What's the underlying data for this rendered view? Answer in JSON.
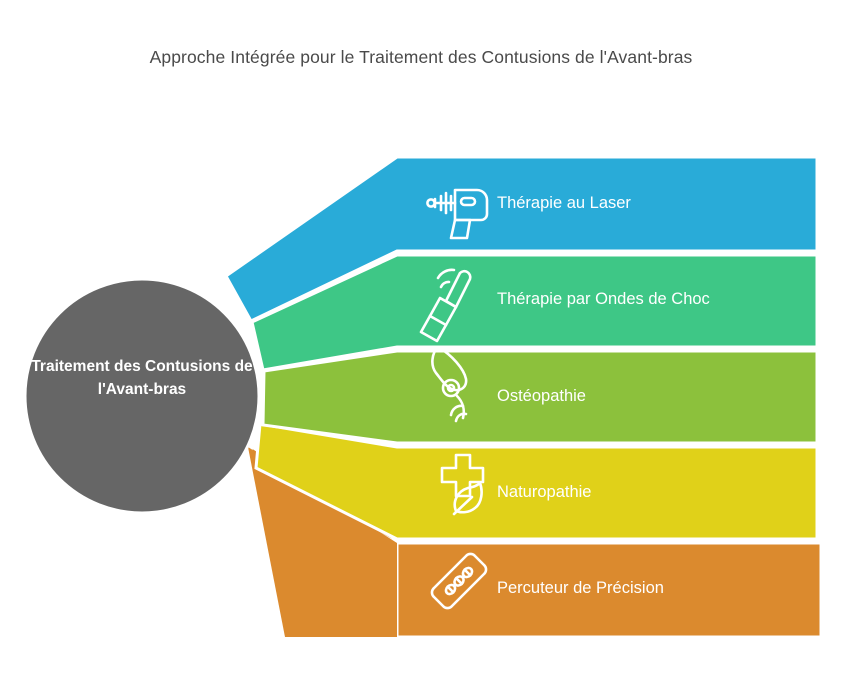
{
  "title": "Approche Intégrée pour le Traitement des Contusions de l'Avant-bras",
  "hub": {
    "label": "Traitement des Contusions de l'Avant-bras",
    "color": "#666666"
  },
  "branches": [
    {
      "label": "Thérapie au Laser",
      "color": "#29abd8",
      "icon": "laser-gun-icon"
    },
    {
      "label": "Thérapie par Ondes de Choc",
      "color": "#3ec786",
      "icon": "shockwave-device-icon"
    },
    {
      "label": "Ostéopathie",
      "color": "#8cc13c",
      "icon": "leaf-eye-icon"
    },
    {
      "label": "Naturopathie",
      "color": "#e0d119",
      "icon": "cross-leaf-icon"
    },
    {
      "label": "Percuteur de Précision",
      "color": "#db8a2e",
      "icon": "percussion-massager-icon"
    }
  ],
  "background": "#ffffff",
  "text_color": "#ffffff",
  "title_color": "#4a4a4a"
}
